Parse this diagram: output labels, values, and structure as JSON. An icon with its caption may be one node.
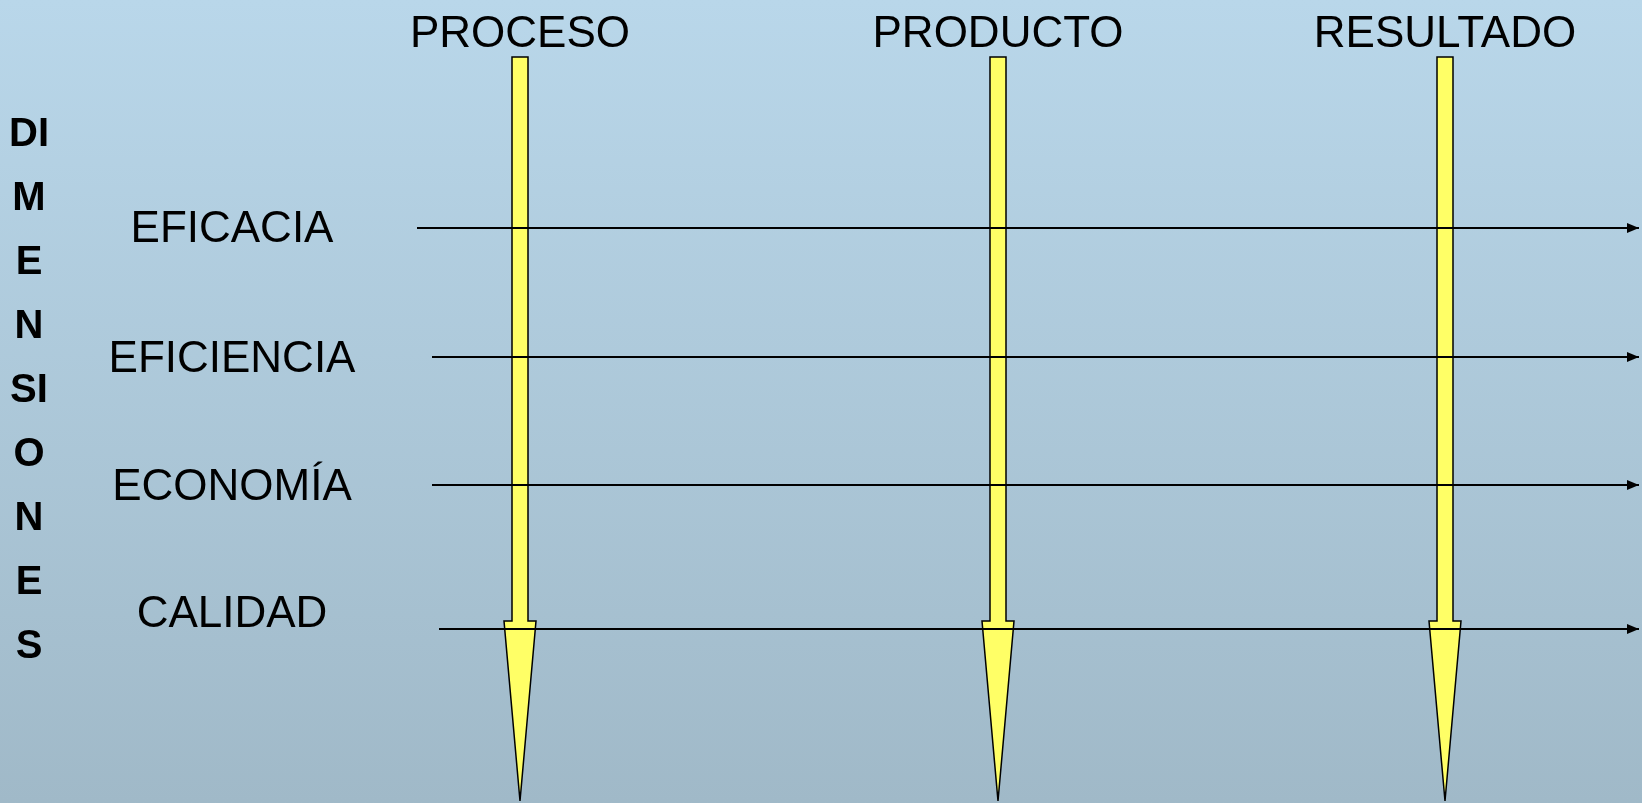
{
  "diagram": {
    "nodes": [
      {
        "text": [
          "PROCESO"
        ]
      },
      {
        "text": [
          "PRODUCTO"
        ]
      },
      {
        "text": [
          "RESULTADO"
        ]
      },
      {
        "text": [
          "EFICACIA"
        ]
      },
      {
        "text": [
          "EFICIENCIA"
        ]
      },
      {
        "text": [
          "ECONOMÍA"
        ]
      },
      {
        "text": [
          "CALIDAD"
        ]
      }
    ],
    "edges": [
      {
        "from": 0,
        "to": null,
        "arrow": "to",
        "style": "thick",
        "color": "#ffff66"
      },
      {
        "from": 1,
        "to": null,
        "arrow": "to",
        "style": "thick",
        "color": "#ffff66"
      },
      {
        "from": 2,
        "to": null,
        "arrow": "to",
        "style": "thick",
        "color": "#ffff66"
      },
      {
        "from": 3,
        "to": null,
        "arrow": "to"
      },
      {
        "from": 4,
        "to": null,
        "arrow": "to"
      },
      {
        "from": 5,
        "to": null,
        "arrow": "to"
      },
      {
        "from": 6,
        "to": null,
        "arrow": "to"
      }
    ],
    "labels": [
      "DIMENSIONES"
    ]
  }
}
